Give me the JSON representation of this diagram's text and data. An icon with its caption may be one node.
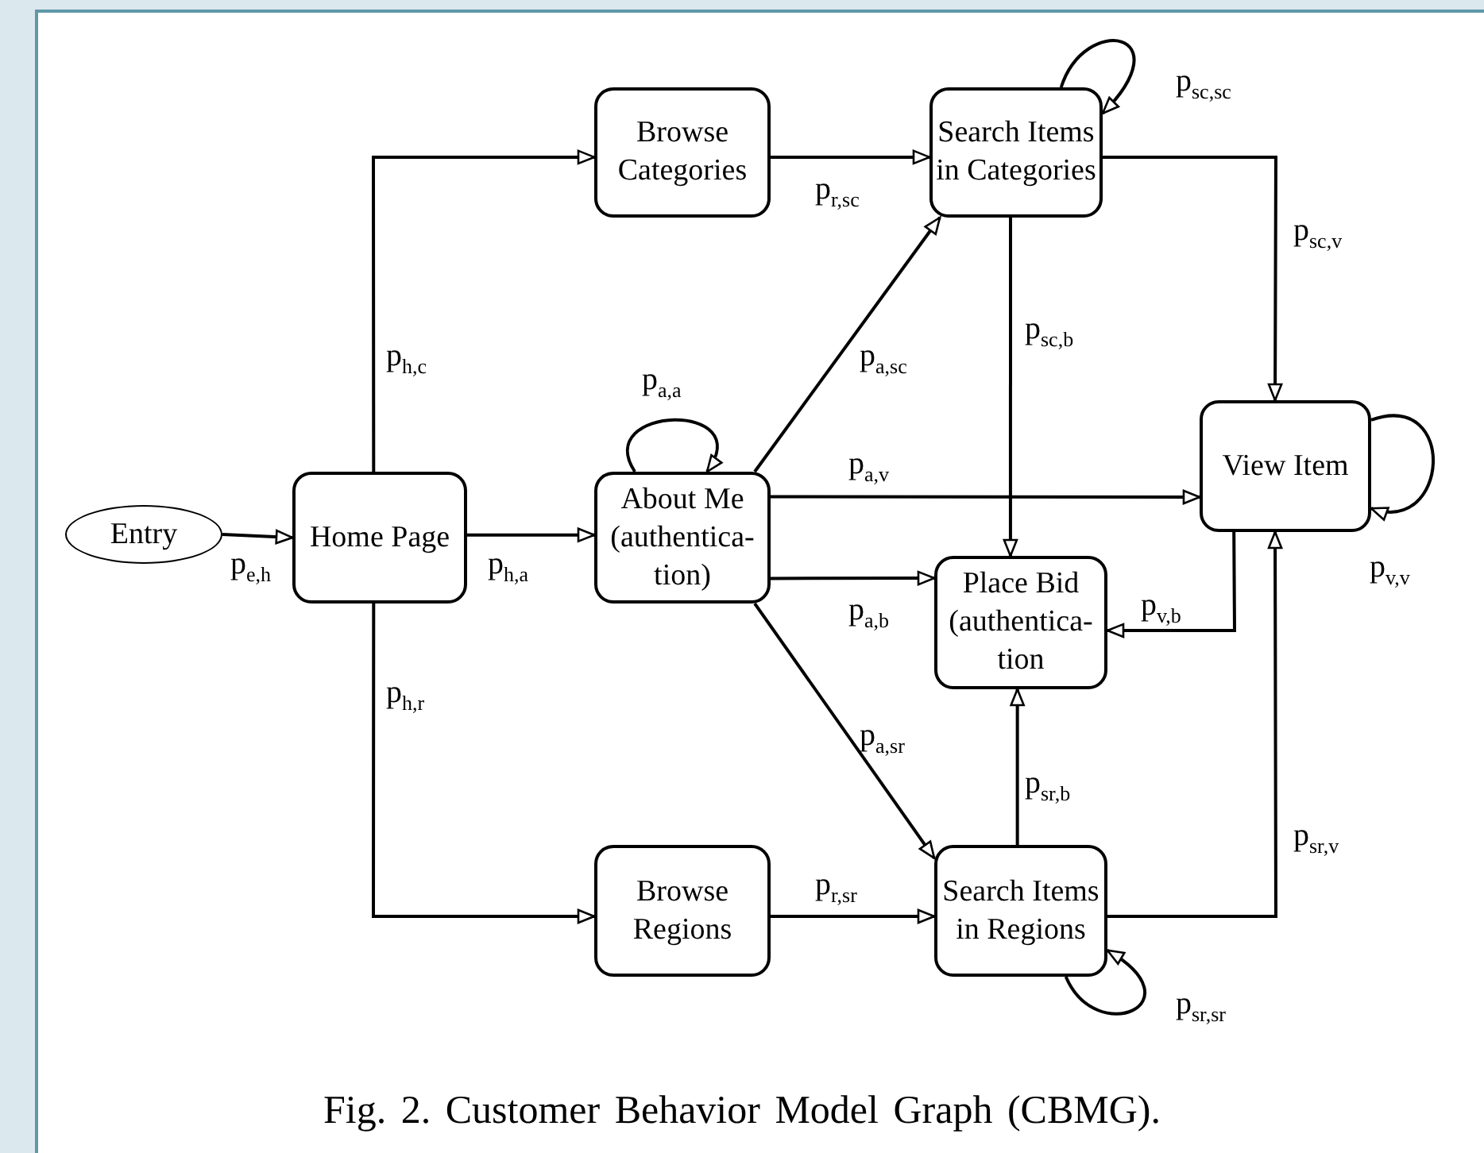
{
  "diagram": {
    "caption": "Fig. 2. Customer Behavior Model Graph (CBMG).",
    "nodes": [
      {
        "text": [
          "Entry"
        ]
      },
      {
        "text": [
          "Home Page"
        ]
      },
      {
        "text": [
          "Browse Categories"
        ]
      },
      {
        "text": [
          "Search Items in Categories"
        ]
      },
      {
        "text": [
          "About Me (authentica- tion)"
        ]
      },
      {
        "text": [
          "View Item"
        ]
      },
      {
        "text": [
          "Place Bid (authentica- tion"
        ]
      },
      {
        "text": [
          "Browse Regions"
        ]
      },
      {
        "text": [
          "Search Items in Regions"
        ]
      }
    ],
    "edges": [
      {
        "from": 0,
        "to": 1,
        "arrow": "to",
        "label": "p$_{e,h}$"
      },
      {
        "from": 1,
        "to": 2,
        "arrow": "to",
        "label": "p$_{h,c}$"
      },
      {
        "from": 1,
        "to": 4,
        "arrow": "to",
        "label": "p$_{h,a}$"
      },
      {
        "from": 1,
        "to": 7,
        "arrow": "to",
        "label": "p$_{h,r}$"
      },
      {
        "from": 2,
        "to": 3,
        "arrow": "to",
        "label": "p$_{r,sc}$"
      },
      {
        "from": 3,
        "to": 3,
        "arrow": "to",
        "label": "p$_{sc,sc}$"
      },
      {
        "from": 3,
        "to": 5,
        "arrow": "to",
        "label": "p$_{sc,v}$"
      },
      {
        "from": 3,
        "to": 6,
        "arrow": "to",
        "label": "p$_{sc,b}$"
      },
      {
        "from": 4,
        "to": 4,
        "arrow": "to",
        "label": "p$_{a,a}$"
      },
      {
        "from": 4,
        "to": 3,
        "arrow": "to",
        "label": "p$_{a,sc}$"
      },
      {
        "from": 4,
        "to": 5,
        "arrow": "to",
        "label": "p$_{a,v}$"
      },
      {
        "from": 4,
        "to": 6,
        "arrow": "to",
        "label": "p$_{a,b}$"
      },
      {
        "from": 4,
        "to": 8,
        "arrow": "to",
        "label": "p$_{a,sr}$"
      },
      {
        "from": 5,
        "to": 5,
        "arrow": "to",
        "label": "p$_{v,v}$"
      },
      {
        "from": 5,
        "to": 6,
        "arrow": "to",
        "label": "p$_{v,b}$"
      },
      {
        "from": 8,
        "to": 6,
        "arrow": "to",
        "label": "p$_{sr,b}$"
      },
      {
        "from": 8,
        "to": 5,
        "arrow": "to",
        "label": "p$_{sr,v}$"
      },
      {
        "from": 7,
        "to": 8,
        "arrow": "to",
        "label": "p$_{r,sr}$"
      },
      {
        "from": 8,
        "to": 8,
        "arrow": "to",
        "label": "p$_{sr,sr}$"
      }
    ]
  }
}
